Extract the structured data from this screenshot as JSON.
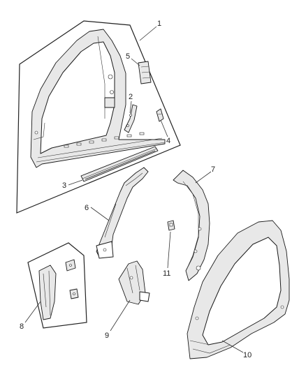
{
  "diagram": {
    "callouts": [
      {
        "id": "1",
        "label": "1"
      },
      {
        "id": "2",
        "label": "2"
      },
      {
        "id": "3",
        "label": "3"
      },
      {
        "id": "4",
        "label": "4"
      },
      {
        "id": "5",
        "label": "5"
      },
      {
        "id": "6",
        "label": "6"
      },
      {
        "id": "7",
        "label": "7"
      },
      {
        "id": "8",
        "label": "8"
      },
      {
        "id": "9",
        "label": "9"
      },
      {
        "id": "10",
        "label": "10"
      },
      {
        "id": "11",
        "label": "11"
      }
    ],
    "colors": {
      "line": "#1a1a1a",
      "background": "#ffffff",
      "shade": "#e8e8e8"
    }
  }
}
